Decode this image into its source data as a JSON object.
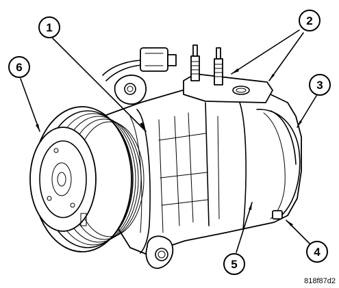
{
  "diagram": {
    "subject": "A/C compressor",
    "figure_id": "818f87d2",
    "callouts": [
      {
        "id": "callout-1",
        "label": "1"
      },
      {
        "id": "callout-2",
        "label": "2"
      },
      {
        "id": "callout-3",
        "label": "3"
      },
      {
        "id": "callout-4",
        "label": "4"
      },
      {
        "id": "callout-5",
        "label": "5"
      },
      {
        "id": "callout-6",
        "label": "6"
      }
    ]
  }
}
